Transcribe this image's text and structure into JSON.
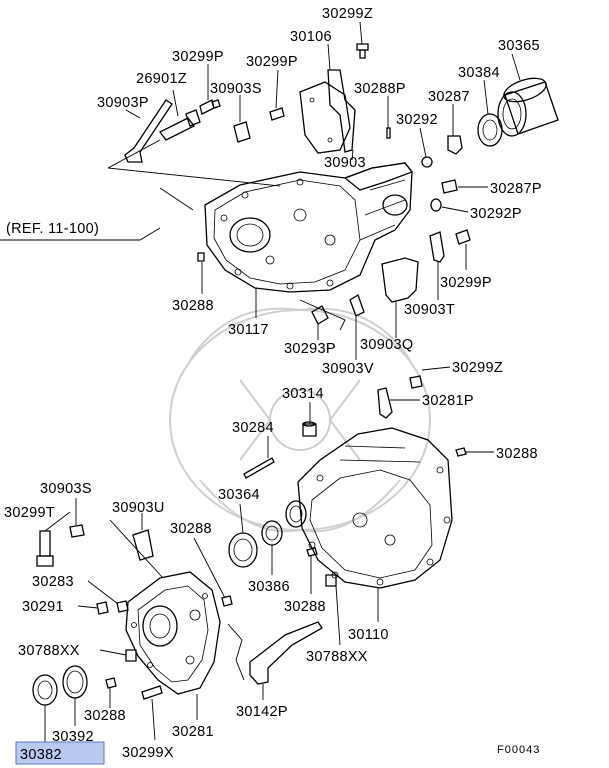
{
  "diagram": {
    "code": "F00043",
    "reference": "(REF. 11-100)",
    "highlighted_part": "30382",
    "parts": [
      {
        "id": "30299Z_top",
        "label": "30299Z"
      },
      {
        "id": "30106",
        "label": "30106"
      },
      {
        "id": "30365",
        "label": "30365"
      },
      {
        "id": "30299P_a",
        "label": "30299P"
      },
      {
        "id": "30299P_b",
        "label": "30299P"
      },
      {
        "id": "26901Z",
        "label": "26901Z"
      },
      {
        "id": "30384",
        "label": "30384"
      },
      {
        "id": "30903S_top",
        "label": "30903S"
      },
      {
        "id": "30903P",
        "label": "30903P"
      },
      {
        "id": "30288P",
        "label": "30288P"
      },
      {
        "id": "30287",
        "label": "30287"
      },
      {
        "id": "30292",
        "label": "30292"
      },
      {
        "id": "30903",
        "label": "30903"
      },
      {
        "id": "30287P",
        "label": "30287P"
      },
      {
        "id": "30292P",
        "label": "30292P"
      },
      {
        "id": "30299P_c",
        "label": "30299P"
      },
      {
        "id": "30288_a",
        "label": "30288"
      },
      {
        "id": "30903T",
        "label": "30903T"
      },
      {
        "id": "30117",
        "label": "30117"
      },
      {
        "id": "30293P",
        "label": "30293P"
      },
      {
        "id": "30903Q",
        "label": "30903Q"
      },
      {
        "id": "30903V",
        "label": "30903V"
      },
      {
        "id": "30299Z_mid",
        "label": "30299Z"
      },
      {
        "id": "30314",
        "label": "30314"
      },
      {
        "id": "30281P",
        "label": "30281P"
      },
      {
        "id": "30284",
        "label": "30284"
      },
      {
        "id": "30288_b",
        "label": "30288"
      },
      {
        "id": "30903S_low",
        "label": "30903S"
      },
      {
        "id": "30364",
        "label": "30364"
      },
      {
        "id": "30299T",
        "label": "30299T"
      },
      {
        "id": "30903U",
        "label": "30903U"
      },
      {
        "id": "30288_c",
        "label": "30288"
      },
      {
        "id": "30283",
        "label": "30283"
      },
      {
        "id": "30386",
        "label": "30386"
      },
      {
        "id": "30291",
        "label": "30291"
      },
      {
        "id": "30288_d",
        "label": "30288"
      },
      {
        "id": "30110",
        "label": "30110"
      },
      {
        "id": "30788XX_a",
        "label": "30788XX"
      },
      {
        "id": "30788XX_b",
        "label": "30788XX"
      },
      {
        "id": "30142P",
        "label": "30142P"
      },
      {
        "id": "30288_e",
        "label": "30288"
      },
      {
        "id": "30281",
        "label": "30281"
      },
      {
        "id": "30392",
        "label": "30392"
      },
      {
        "id": "30299X",
        "label": "30299X"
      }
    ]
  }
}
